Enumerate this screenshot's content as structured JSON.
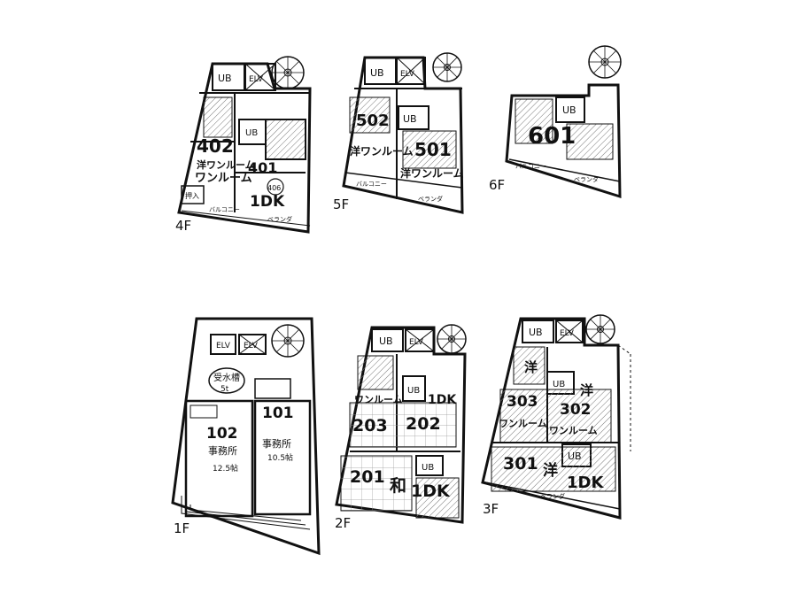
{
  "floors": {
    "f4": {
      "label": "4F",
      "rooms": {
        "r402": {
          "number": "402",
          "kind": "洋ワンルーム",
          "layout": "ワンルーム",
          "type": "洋"
        },
        "r401": {
          "number": "401",
          "layout": "1DK",
          "note": "406"
        }
      },
      "ub_a": "UB",
      "ub_b": "UB",
      "elv": "ELV",
      "balcony_a": "バルコニー",
      "balcony_b": "ベランダ",
      "oshiire": "押入"
    },
    "f5": {
      "label": "5F",
      "rooms": {
        "r502": {
          "number": "502",
          "kind": "洋ワンルーム"
        },
        "r501": {
          "number": "501",
          "kind": "洋ワンルーム"
        }
      },
      "ub_a": "UB",
      "ub_b": "UB",
      "elv": "ELV",
      "balcony_a": "バルコニー",
      "balcony_b": "ベランダ"
    },
    "f6": {
      "label": "6F",
      "rooms": {
        "r601": {
          "number": "601"
        }
      },
      "ub": "UB",
      "balcony_a": "バルコニー",
      "balcony_b": "ベランダ"
    },
    "f1": {
      "label": "1F",
      "rooms": {
        "r102": {
          "number": "102",
          "use": "事務所",
          "size": "12.5帖"
        },
        "r101": {
          "number": "101",
          "use": "事務所",
          "size": "10.5帖"
        }
      },
      "tank": {
        "name": "受水槽",
        "size": "5t"
      },
      "elv_a": "ELV",
      "elv_b": "ELV"
    },
    "f2": {
      "label": "2F",
      "rooms": {
        "r203": {
          "number": "203",
          "layout": "ワンルーム"
        },
        "r202": {
          "number": "202",
          "layout": "1DK"
        },
        "r201": {
          "number": "201",
          "type": "和",
          "layout": "1DK"
        }
      },
      "ub_a": "UB",
      "ub_b": "UB",
      "ub_c": "UB",
      "elv": "ELV"
    },
    "f3": {
      "label": "3F",
      "rooms": {
        "r303": {
          "number": "303",
          "kind": "洋",
          "layout": "ワンルーム"
        },
        "r302": {
          "number": "302",
          "kind": "洋",
          "layout": "ワンルーム"
        },
        "r301": {
          "number": "301",
          "kind": "洋",
          "layout": "1DK"
        }
      },
      "ub_a": "UB",
      "ub_b": "UB",
      "ub_c": "UB",
      "elv": "ELV",
      "balcony": "ベランダ"
    }
  },
  "colors": {
    "ink": "#111111",
    "paper": "#ffffff",
    "hatch": "#7a7a7a"
  }
}
